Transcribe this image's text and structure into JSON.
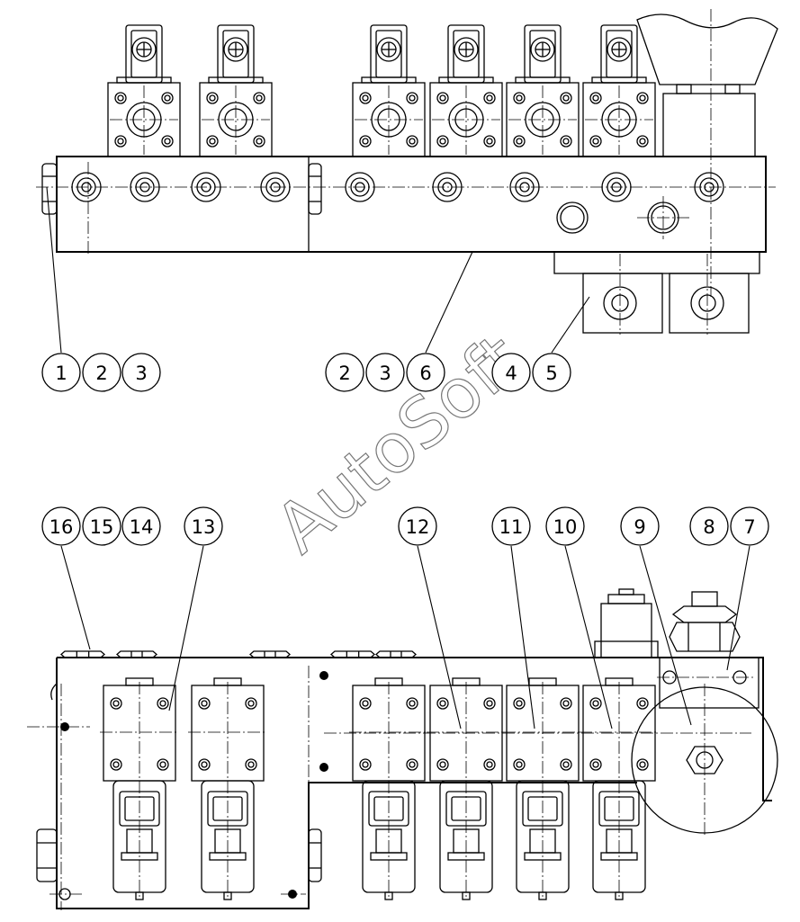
{
  "watermark": "AutoSoft",
  "callouts": [
    {
      "label": "1"
    },
    {
      "label": "2"
    },
    {
      "label": "3"
    },
    {
      "label": "2"
    },
    {
      "label": "3"
    },
    {
      "label": "6"
    },
    {
      "label": "4"
    },
    {
      "label": "5"
    },
    {
      "label": "16"
    },
    {
      "label": "15"
    },
    {
      "label": "14"
    },
    {
      "label": "13"
    },
    {
      "label": "12"
    },
    {
      "label": "11"
    },
    {
      "label": "10"
    },
    {
      "label": "9"
    },
    {
      "label": "8"
    },
    {
      "label": "7"
    }
  ]
}
